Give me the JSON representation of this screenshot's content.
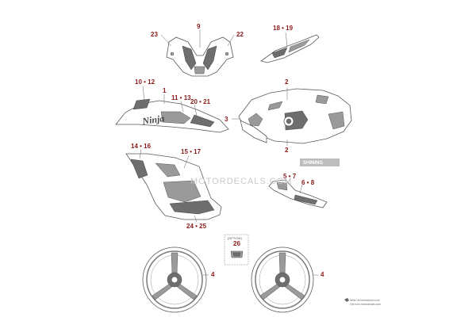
{
  "callouts": {
    "c_23": "23",
    "c_9": "9",
    "c_22": "22",
    "c_18_19": "18 • 19",
    "c_10_12": "10 • 12",
    "c_1": "1",
    "c_11_13": "11 • 13",
    "c_20_21": "20 • 21",
    "c_2_top": "2",
    "c_3": "3",
    "c_2_bottom": "2",
    "c_14_16": "14 • 16",
    "c_15_17": "15 • 17",
    "c_5_7": "5 • 7",
    "c_6_8": "6 • 8",
    "c_24_25": "24 • 25",
    "c_26": "26",
    "c_4_left": "4",
    "c_4_right": "4"
  },
  "option_label": "[OPTION]",
  "decal_text": "Ninja",
  "watermark": {
    "site": "MOTORDECALS.COM",
    "box": "SHINING"
  },
  "footer_logo": {
    "line1": "Nilne Ok  hsmncdoch.com",
    "line2": "Get from motordecals.com"
  },
  "colors": {
    "callout": "#8b1a1a",
    "outline": "#5a5a5a",
    "watermark": "#c9c9c9"
  }
}
